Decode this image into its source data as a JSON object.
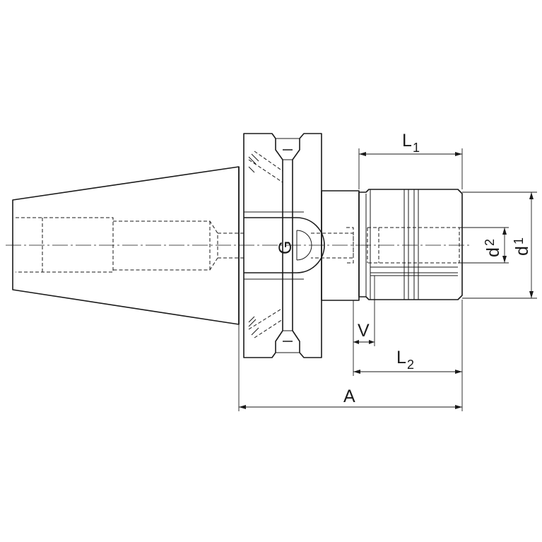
{
  "labels": {
    "L1_main": "L",
    "L1_sub": "1",
    "L2_main": "L",
    "L2_sub": "2",
    "d1_main": "d",
    "d1_sub": "1",
    "d2_main": "d",
    "d2_sub": "2",
    "A": "A",
    "V": "V",
    "G": "G"
  }
}
